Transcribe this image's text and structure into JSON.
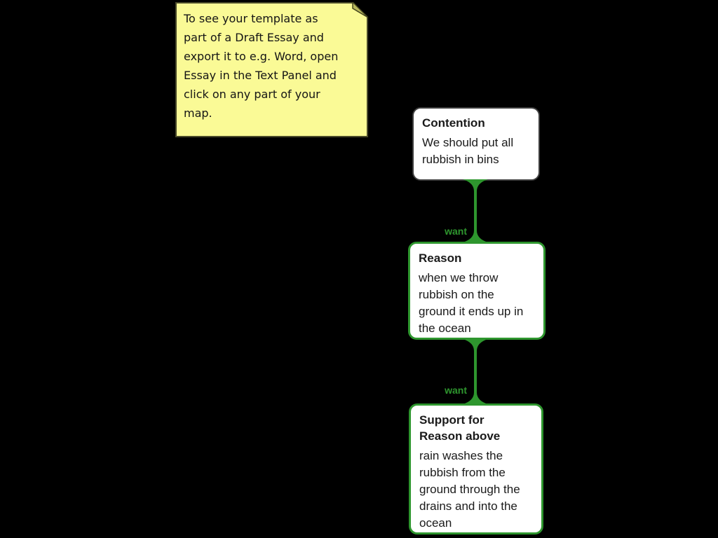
{
  "canvas": {
    "background": "#000000"
  },
  "colors": {
    "green": "#2e962e",
    "note_fill": "#fafa96",
    "note_border": "#4a4a2a",
    "fold_fill": "#b9b95e",
    "box_fill": "#ffffff",
    "contention_border": "#3f3f3f",
    "text": "#1a1a1a"
  },
  "note": {
    "text": "To see your template as\npart of a Draft Essay and\nexport it to e.g. Word, open\nEssay in the Text Panel and\nclick on any part of your\nmap."
  },
  "map": {
    "nodes": [
      {
        "title": "Contention",
        "body": "We should put all\nrubbish in bins"
      },
      {
        "title": "Reason",
        "body": "when we throw\nrubbish on the\nground it ends up in\nthe ocean"
      },
      {
        "title": "Support for\nReason above",
        "body": "rain washes the\nrubbish from the\nground through the\ndrains and into the\nocean"
      }
    ],
    "links": [
      {
        "label": "want"
      },
      {
        "label": "want"
      }
    ]
  }
}
